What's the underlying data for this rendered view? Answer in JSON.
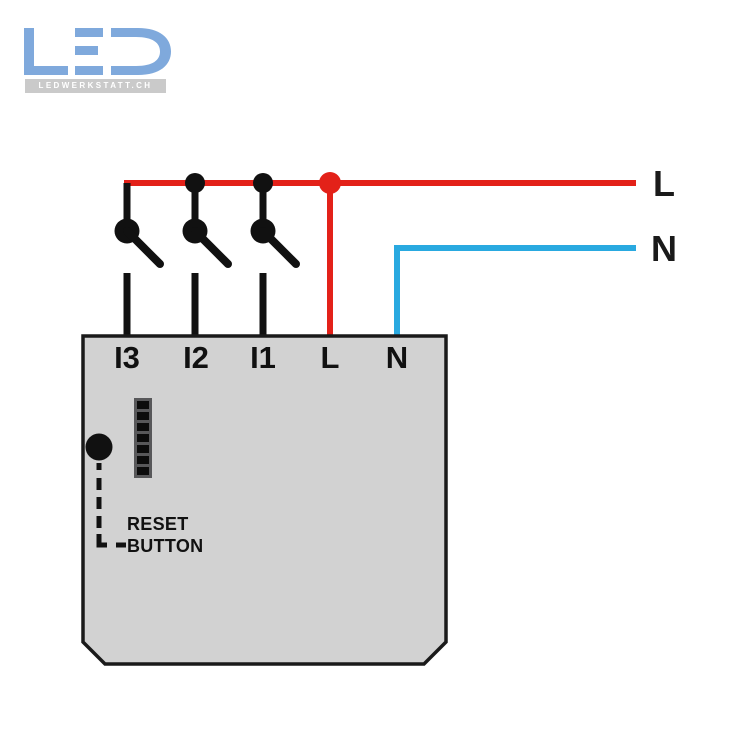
{
  "logo": {
    "brand": "LED",
    "tagline": "LEDWERKSTATT.CH"
  },
  "colors": {
    "live": "#e32119",
    "neutral": "#29a9e0",
    "wire_black": "#111111",
    "device_body": "#d2d2d2",
    "device_border": "#1a1a1a",
    "logo_blue": "#7fa9dc",
    "tagline_bg": "#cacaca",
    "indicator_strip": "#58585a"
  },
  "diagram": {
    "terminals": [
      {
        "label": "I3"
      },
      {
        "label": "I2"
      },
      {
        "label": "I1"
      },
      {
        "label": "L"
      },
      {
        "label": "N"
      }
    ],
    "supply": {
      "live_label": "L",
      "neutral_label": "N"
    },
    "switch_count": 3,
    "reset": {
      "line1": "RESET",
      "line2": "BUTTON"
    }
  }
}
